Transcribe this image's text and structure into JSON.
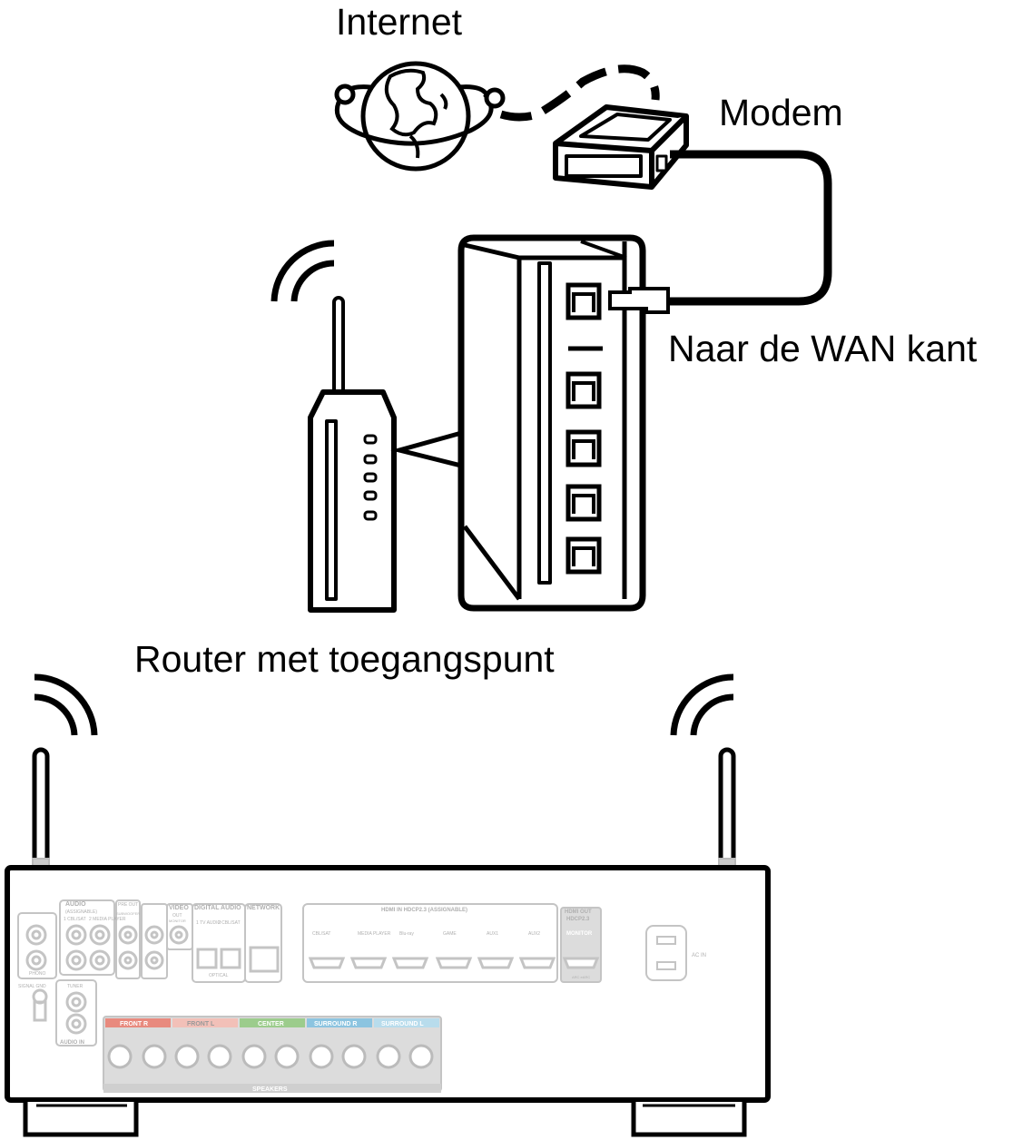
{
  "labels": {
    "internet": "Internet",
    "modem": "Modem",
    "wan": "Naar de WAN kant",
    "router": "Router met toegangspunt"
  },
  "receiver_panel": {
    "audio_in": "AUDIO",
    "assignable": "(ASSIGNABLE)",
    "cbl_sat": "1 CBL/SAT",
    "media_player": "2 MEDIA PLAYER",
    "pre_out": "PRE OUT",
    "subwoofer": "SUBWOOFER",
    "video": "VIDEO",
    "video_out": "OUT",
    "monitor_small": "MONITOR",
    "digital_audio": "DIGITAL AUDIO",
    "tv_audio": "1 TV AUDIO",
    "cbl_sat2": "2 CBL/SAT",
    "optical": "OPTICAL",
    "network": "NETWORK",
    "hdmi_in": "HDMI IN HDCP2.3 (ASSIGNABLE)",
    "hdmi_inputs": [
      "CBL/SAT",
      "MEDIA PLAYER",
      "Blu-ray",
      "GAME",
      "AUX1",
      "AUX2"
    ],
    "hdmi_out": "HDMI OUT",
    "hdcp": "HDCP2.3",
    "monitor": "MONITOR",
    "arc": "ARC eARC",
    "ac_in": "AC IN",
    "phono": "PHONO",
    "signal_gnd": "SIGNAL GND",
    "tuner": "TUNER",
    "audio_in2": "AUDIO IN",
    "speakers": "SPEAKERS",
    "speaker_groups": [
      "FRONT R",
      "FRONT L",
      "CENTER",
      "SURROUND R",
      "SURROUND L"
    ]
  },
  "colors": {
    "line": "#000000",
    "panel_gray": "#c8c8c8",
    "front": "#e88a7e",
    "front_l": "#f2c0b8",
    "center": "#9ccc8c",
    "surround_r": "#8cc4e0",
    "surround_l": "#b8dcec"
  }
}
